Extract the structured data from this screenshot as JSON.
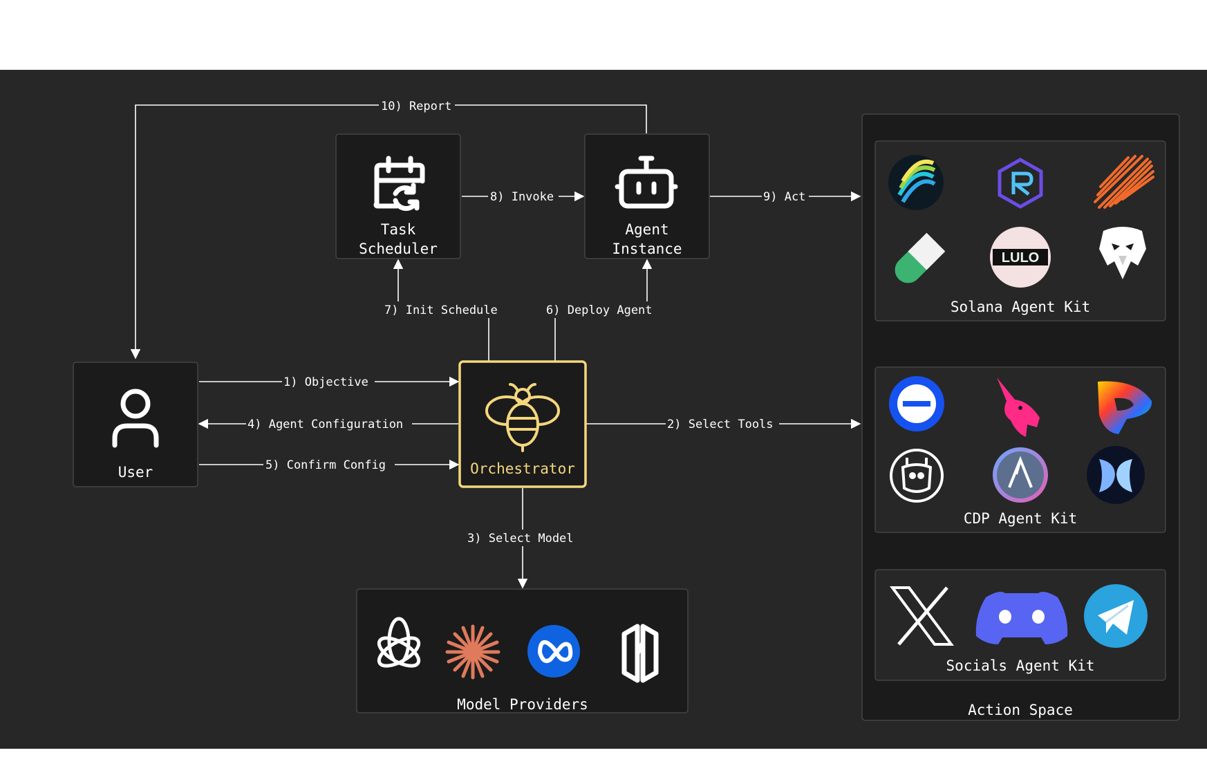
{
  "nodes": {
    "user": {
      "label": "User"
    },
    "task_scheduler": {
      "label_line1": "Task",
      "label_line2": "Scheduler"
    },
    "agent_instance": {
      "label_line1": "Agent",
      "label_line2": "Instance"
    },
    "orchestrator": {
      "label": "Orchestrator"
    },
    "model_providers": {
      "label": "Model Providers",
      "icons": [
        "openai-icon",
        "anthropic-icon",
        "meta-icon",
        "model-provider-icon"
      ]
    },
    "action_space": {
      "label": "Action Space"
    },
    "solana_kit": {
      "label": "Solana Agent Kit",
      "icons": [
        "waves-logo-icon",
        "raydium-icon",
        "stripes-logo-icon",
        "pill-icon",
        "lulo-icon",
        "eagle-icon"
      ]
    },
    "cdp_kit": {
      "label": "CDP Agent Kit",
      "icons": [
        "coinbase-icon",
        "unicorn-icon",
        "rainbow-p-icon",
        "giraffe-icon",
        "across-icon",
        "butterfly-icon"
      ]
    },
    "socials_kit": {
      "label": "Socials Agent Kit",
      "icons": [
        "x-icon",
        "discord-icon",
        "telegram-icon"
      ]
    }
  },
  "edges": {
    "objective": "1) Objective",
    "select_tools": "2) Select Tools",
    "select_model": "3) Select Model",
    "agent_configuration": "4) Agent Configuration",
    "confirm_config": "5) Confirm Config",
    "deploy_agent": "6) Deploy Agent",
    "init_schedule": "7) Init Schedule",
    "invoke": "8) Invoke",
    "act": "9) Act",
    "report": "10) Report"
  },
  "colors": {
    "background": "#272727",
    "box": "#1b1b1b",
    "orchestrator_accent": "#f5d77c",
    "line": "#ffffff"
  }
}
